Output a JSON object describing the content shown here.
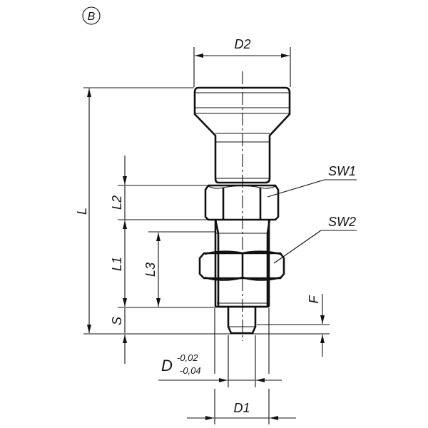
{
  "view_label": "B",
  "dimensions": {
    "d2": "D2",
    "l": "L",
    "l1": "L1",
    "l2": "L2",
    "l3": "L3",
    "s": "S",
    "f": "F",
    "d": "D",
    "d_tol_upper": "-0,02",
    "d_tol_lower": "-0,04",
    "d1": "D1",
    "sw1": "SW1",
    "sw2": "SW2"
  },
  "colors": {
    "line": "#111111",
    "background": "#ffffff"
  }
}
